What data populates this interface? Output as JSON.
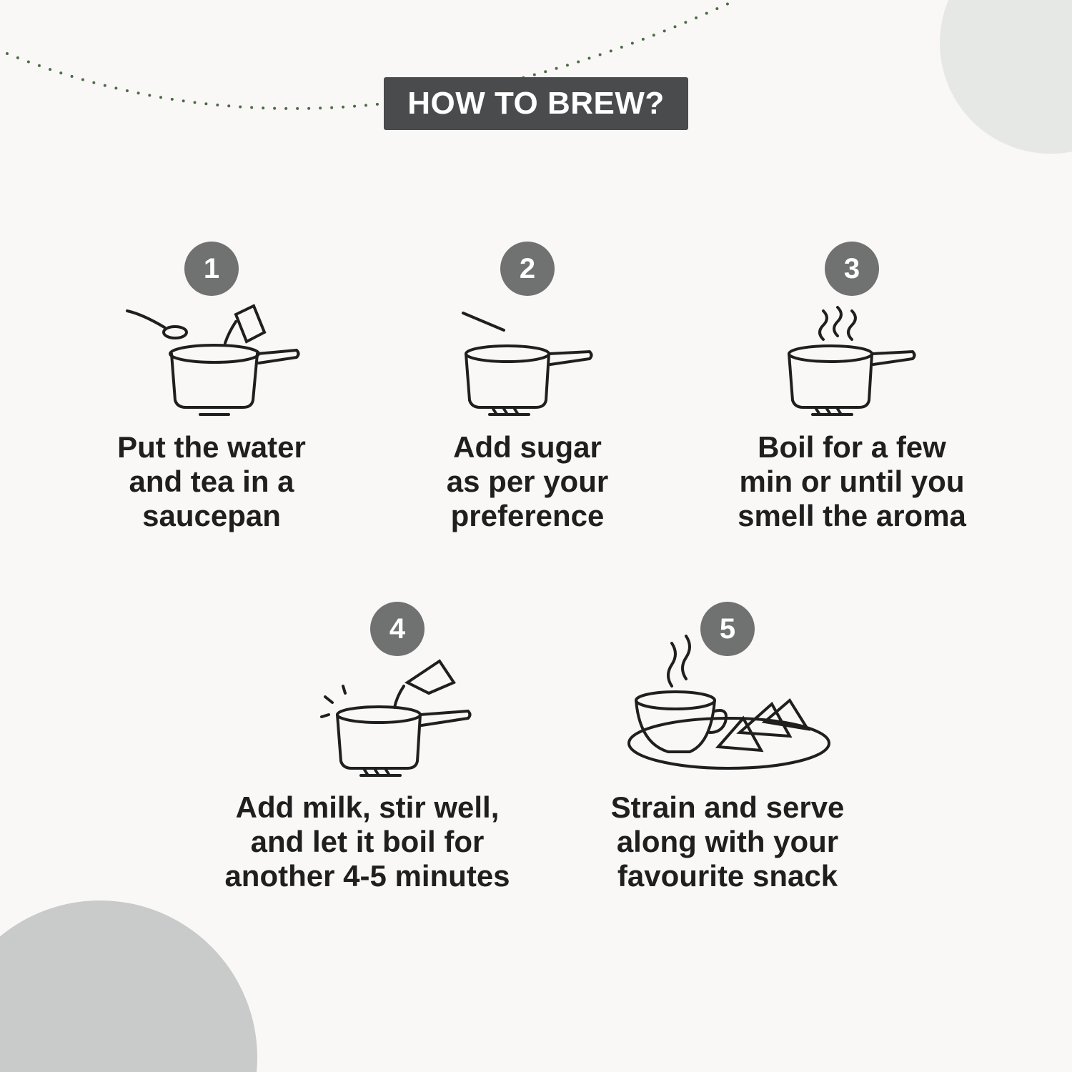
{
  "header": {
    "title": "HOW TO BREW?"
  },
  "colors": {
    "background": "#f9f8f6",
    "header_bg": "#4a4b4c",
    "badge": "#707171",
    "dots": "#4d6b48",
    "circle_light": "#e6e8e6",
    "circle_mid": "#c9cbca"
  },
  "steps": [
    {
      "number": "1",
      "icon": "saucepan-spoon-pour-icon",
      "lines": [
        "Put the water",
        "and tea in a",
        "saucepan"
      ]
    },
    {
      "number": "2",
      "icon": "saucepan-sugar-icon",
      "lines": [
        "Add sugar",
        "as per your",
        "preference"
      ]
    },
    {
      "number": "3",
      "icon": "saucepan-steam-icon",
      "lines": [
        "Boil for a few",
        "min or until you",
        "smell the aroma"
      ]
    },
    {
      "number": "4",
      "icon": "saucepan-milk-icon",
      "lines": [
        "Add milk, stir well,",
        "and let it boil for",
        "another 4-5 minutes"
      ]
    },
    {
      "number": "5",
      "icon": "tea-cup-snack-icon",
      "lines": [
        "Strain and serve",
        "along with your",
        "favourite snack"
      ]
    }
  ]
}
